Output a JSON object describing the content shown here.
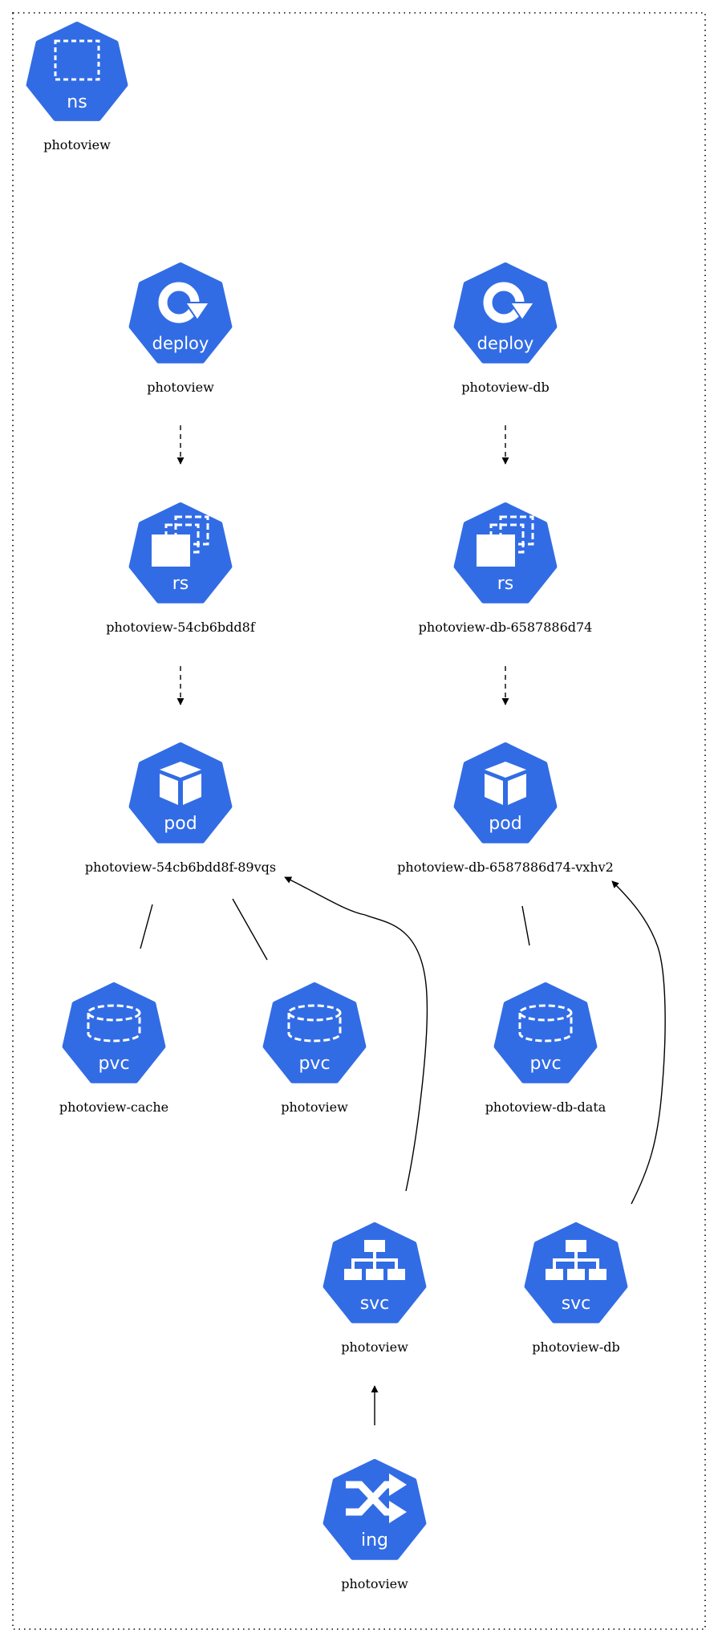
{
  "diagram": {
    "namespace": {
      "kind": "ns",
      "name": "photoview",
      "icon": "namespace-icon"
    },
    "nodes": {
      "deploy_photoview": {
        "kind": "deploy",
        "name": "photoview",
        "icon": "deployment-icon"
      },
      "deploy_photoview_db": {
        "kind": "deploy",
        "name": "photoview-db",
        "icon": "deployment-icon"
      },
      "rs_photoview": {
        "kind": "rs",
        "name": "photoview-54cb6bdd8f",
        "icon": "replicaset-icon"
      },
      "rs_photoview_db": {
        "kind": "rs",
        "name": "photoview-db-6587886d74",
        "icon": "replicaset-icon"
      },
      "pod_photoview": {
        "kind": "pod",
        "name": "photoview-54cb6bdd8f-89vqs",
        "icon": "pod-icon"
      },
      "pod_photoview_db": {
        "kind": "pod",
        "name": "photoview-db-6587886d74-vxhv2",
        "icon": "pod-icon"
      },
      "pvc_cache": {
        "kind": "pvc",
        "name": "photoview-cache",
        "icon": "pvc-icon"
      },
      "pvc_photoview": {
        "kind": "pvc",
        "name": "photoview",
        "icon": "pvc-icon"
      },
      "pvc_db_data": {
        "kind": "pvc",
        "name": "photoview-db-data",
        "icon": "pvc-icon"
      },
      "svc_photoview": {
        "kind": "svc",
        "name": "photoview",
        "icon": "service-icon"
      },
      "svc_photoview_db": {
        "kind": "svc",
        "name": "photoview-db",
        "icon": "service-icon"
      },
      "ing_photoview": {
        "kind": "ing",
        "name": "photoview",
        "icon": "ingress-icon"
      }
    },
    "edges": [
      {
        "from": "deploy_photoview",
        "to": "rs_photoview",
        "style": "dashed-arrow"
      },
      {
        "from": "deploy_photoview_db",
        "to": "rs_photoview_db",
        "style": "dashed-arrow"
      },
      {
        "from": "rs_photoview",
        "to": "pod_photoview",
        "style": "dashed-arrow"
      },
      {
        "from": "rs_photoview_db",
        "to": "pod_photoview_db",
        "style": "dashed-arrow"
      },
      {
        "from": "pod_photoview",
        "to": "pvc_cache",
        "style": "line"
      },
      {
        "from": "pod_photoview",
        "to": "pvc_photoview",
        "style": "line"
      },
      {
        "from": "pod_photoview_db",
        "to": "pvc_db_data",
        "style": "line"
      },
      {
        "from": "svc_photoview",
        "to": "pod_photoview",
        "style": "arrow"
      },
      {
        "from": "svc_photoview_db",
        "to": "pod_photoview_db",
        "style": "arrow"
      },
      {
        "from": "ing_photoview",
        "to": "svc_photoview",
        "style": "arrow"
      }
    ],
    "colors": {
      "node_fill": "#326ce5",
      "glyph": "#ffffff",
      "edge": "#000000",
      "border": "#000000"
    }
  }
}
